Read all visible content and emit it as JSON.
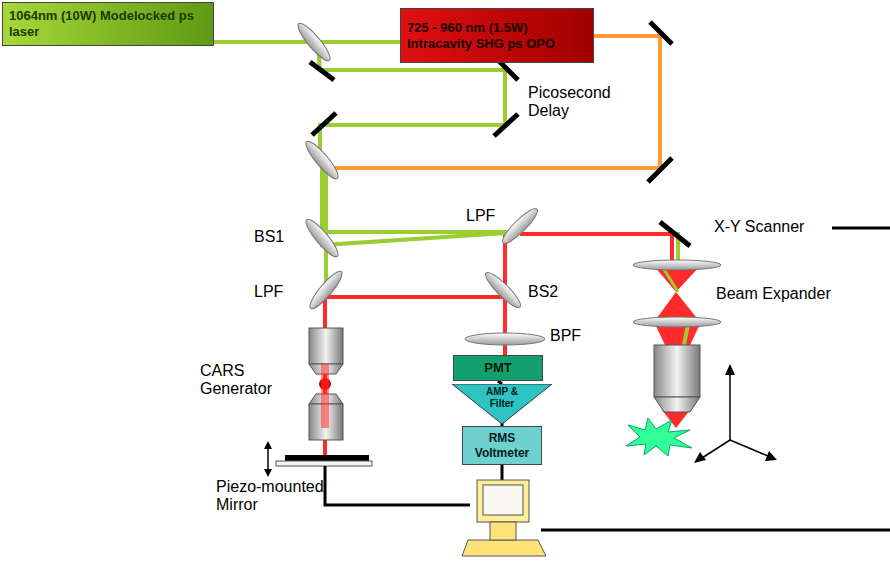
{
  "diagram": {
    "nodes": [
      {
        "text": [
          "1064nm (10W) Modelocked ps laser"
        ]
      },
      {
        "text": [
          "725 - 960 nm (1.5W) Intracavity SHG ps OPO"
        ]
      },
      {
        "text": [
          "PMT"
        ]
      },
      {
        "text": [
          "AMP & Filter"
        ]
      },
      {
        "text": [
          "RMS Voltmeter"
        ]
      }
    ],
    "edges": [
      {
        "from": 2,
        "to": 3,
        "arrow": "none"
      },
      {
        "from": 3,
        "to": 4,
        "arrow": "none"
      }
    ],
    "labels": [
      "Picosecond Delay",
      "BS1",
      "LPF",
      "LPF",
      "BS2",
      "BPF",
      "CARS Generator",
      "Piezo-mounted Mirror",
      "X-Y Scanner",
      "Beam Expander"
    ]
  }
}
